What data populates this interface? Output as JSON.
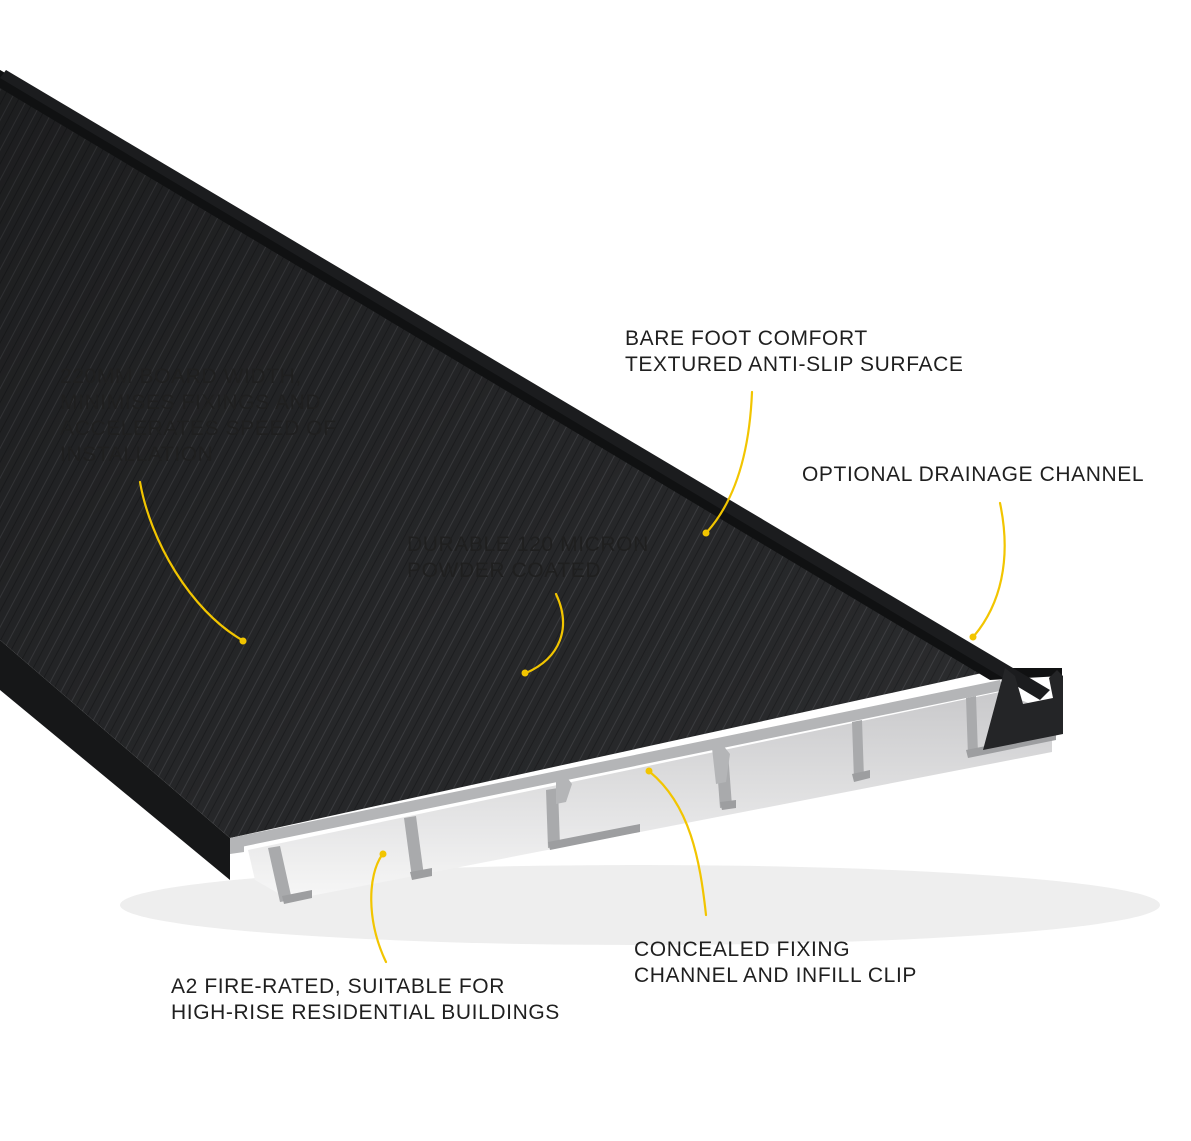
{
  "colors": {
    "board_surface": "#262729",
    "board_shadow": "#121314",
    "profile_cut": "#b4b5b7",
    "callout": "#f2c500",
    "text": "#1f1f1f"
  },
  "callouts": {
    "board_width": {
      "lines": [
        "220MM BOARD WIDTH,",
        "MINIMISES FIXINGS AND",
        "ACCELERATES SPEED OF",
        "INSTALLATION"
      ]
    },
    "anti_slip": {
      "lines": [
        "BARE FOOT COMFORT",
        "TEXTURED ANTI-SLIP SURFACE"
      ]
    },
    "drainage": {
      "lines": [
        "OPTIONAL DRAINAGE CHANNEL"
      ]
    },
    "powder_coat": {
      "lines": [
        "DURABLE 120 MICRON",
        "POWDER COATED"
      ]
    },
    "fire_rated": {
      "lines": [
        "A2 FIRE-RATED, SUITABLE FOR",
        "HIGH-RISE RESIDENTIAL BUILDINGS"
      ]
    },
    "fixing_channel": {
      "lines": [
        "CONCEALED FIXING",
        "CHANNEL AND INFILL CLIP"
      ]
    }
  }
}
